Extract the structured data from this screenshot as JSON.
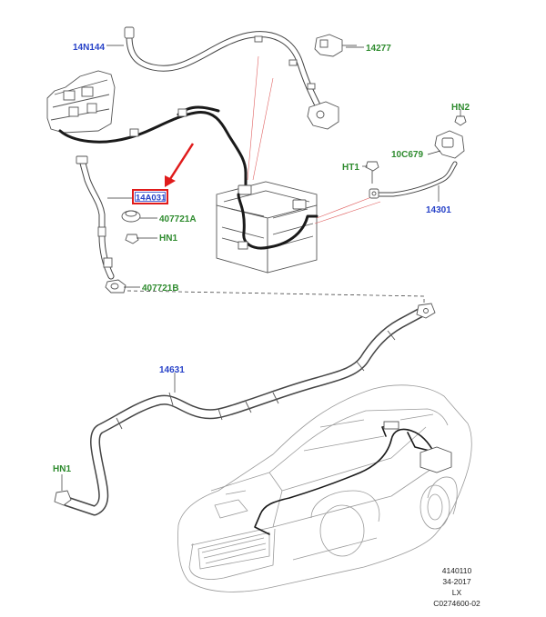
{
  "labels": {
    "l14n144": "14N144",
    "l14277": "14277",
    "hn2": "HN2",
    "l10c679": "10C679",
    "ht1": "HT1",
    "l14301": "14301",
    "l14a031": "14A031",
    "l407721a": "407721A",
    "hn1_top": "HN1",
    "l407721b": "407721B",
    "l14631": "14631",
    "hn1_bottom": "HN1"
  },
  "footer": {
    "line1": "4140110",
    "line2": "34-2017",
    "line3": "LX",
    "line4": "C0274600-02"
  },
  "colors": {
    "part_number_green": "#2e8b2e",
    "part_number_blue": "#2742c8",
    "highlight_red": "#e01b1b"
  }
}
